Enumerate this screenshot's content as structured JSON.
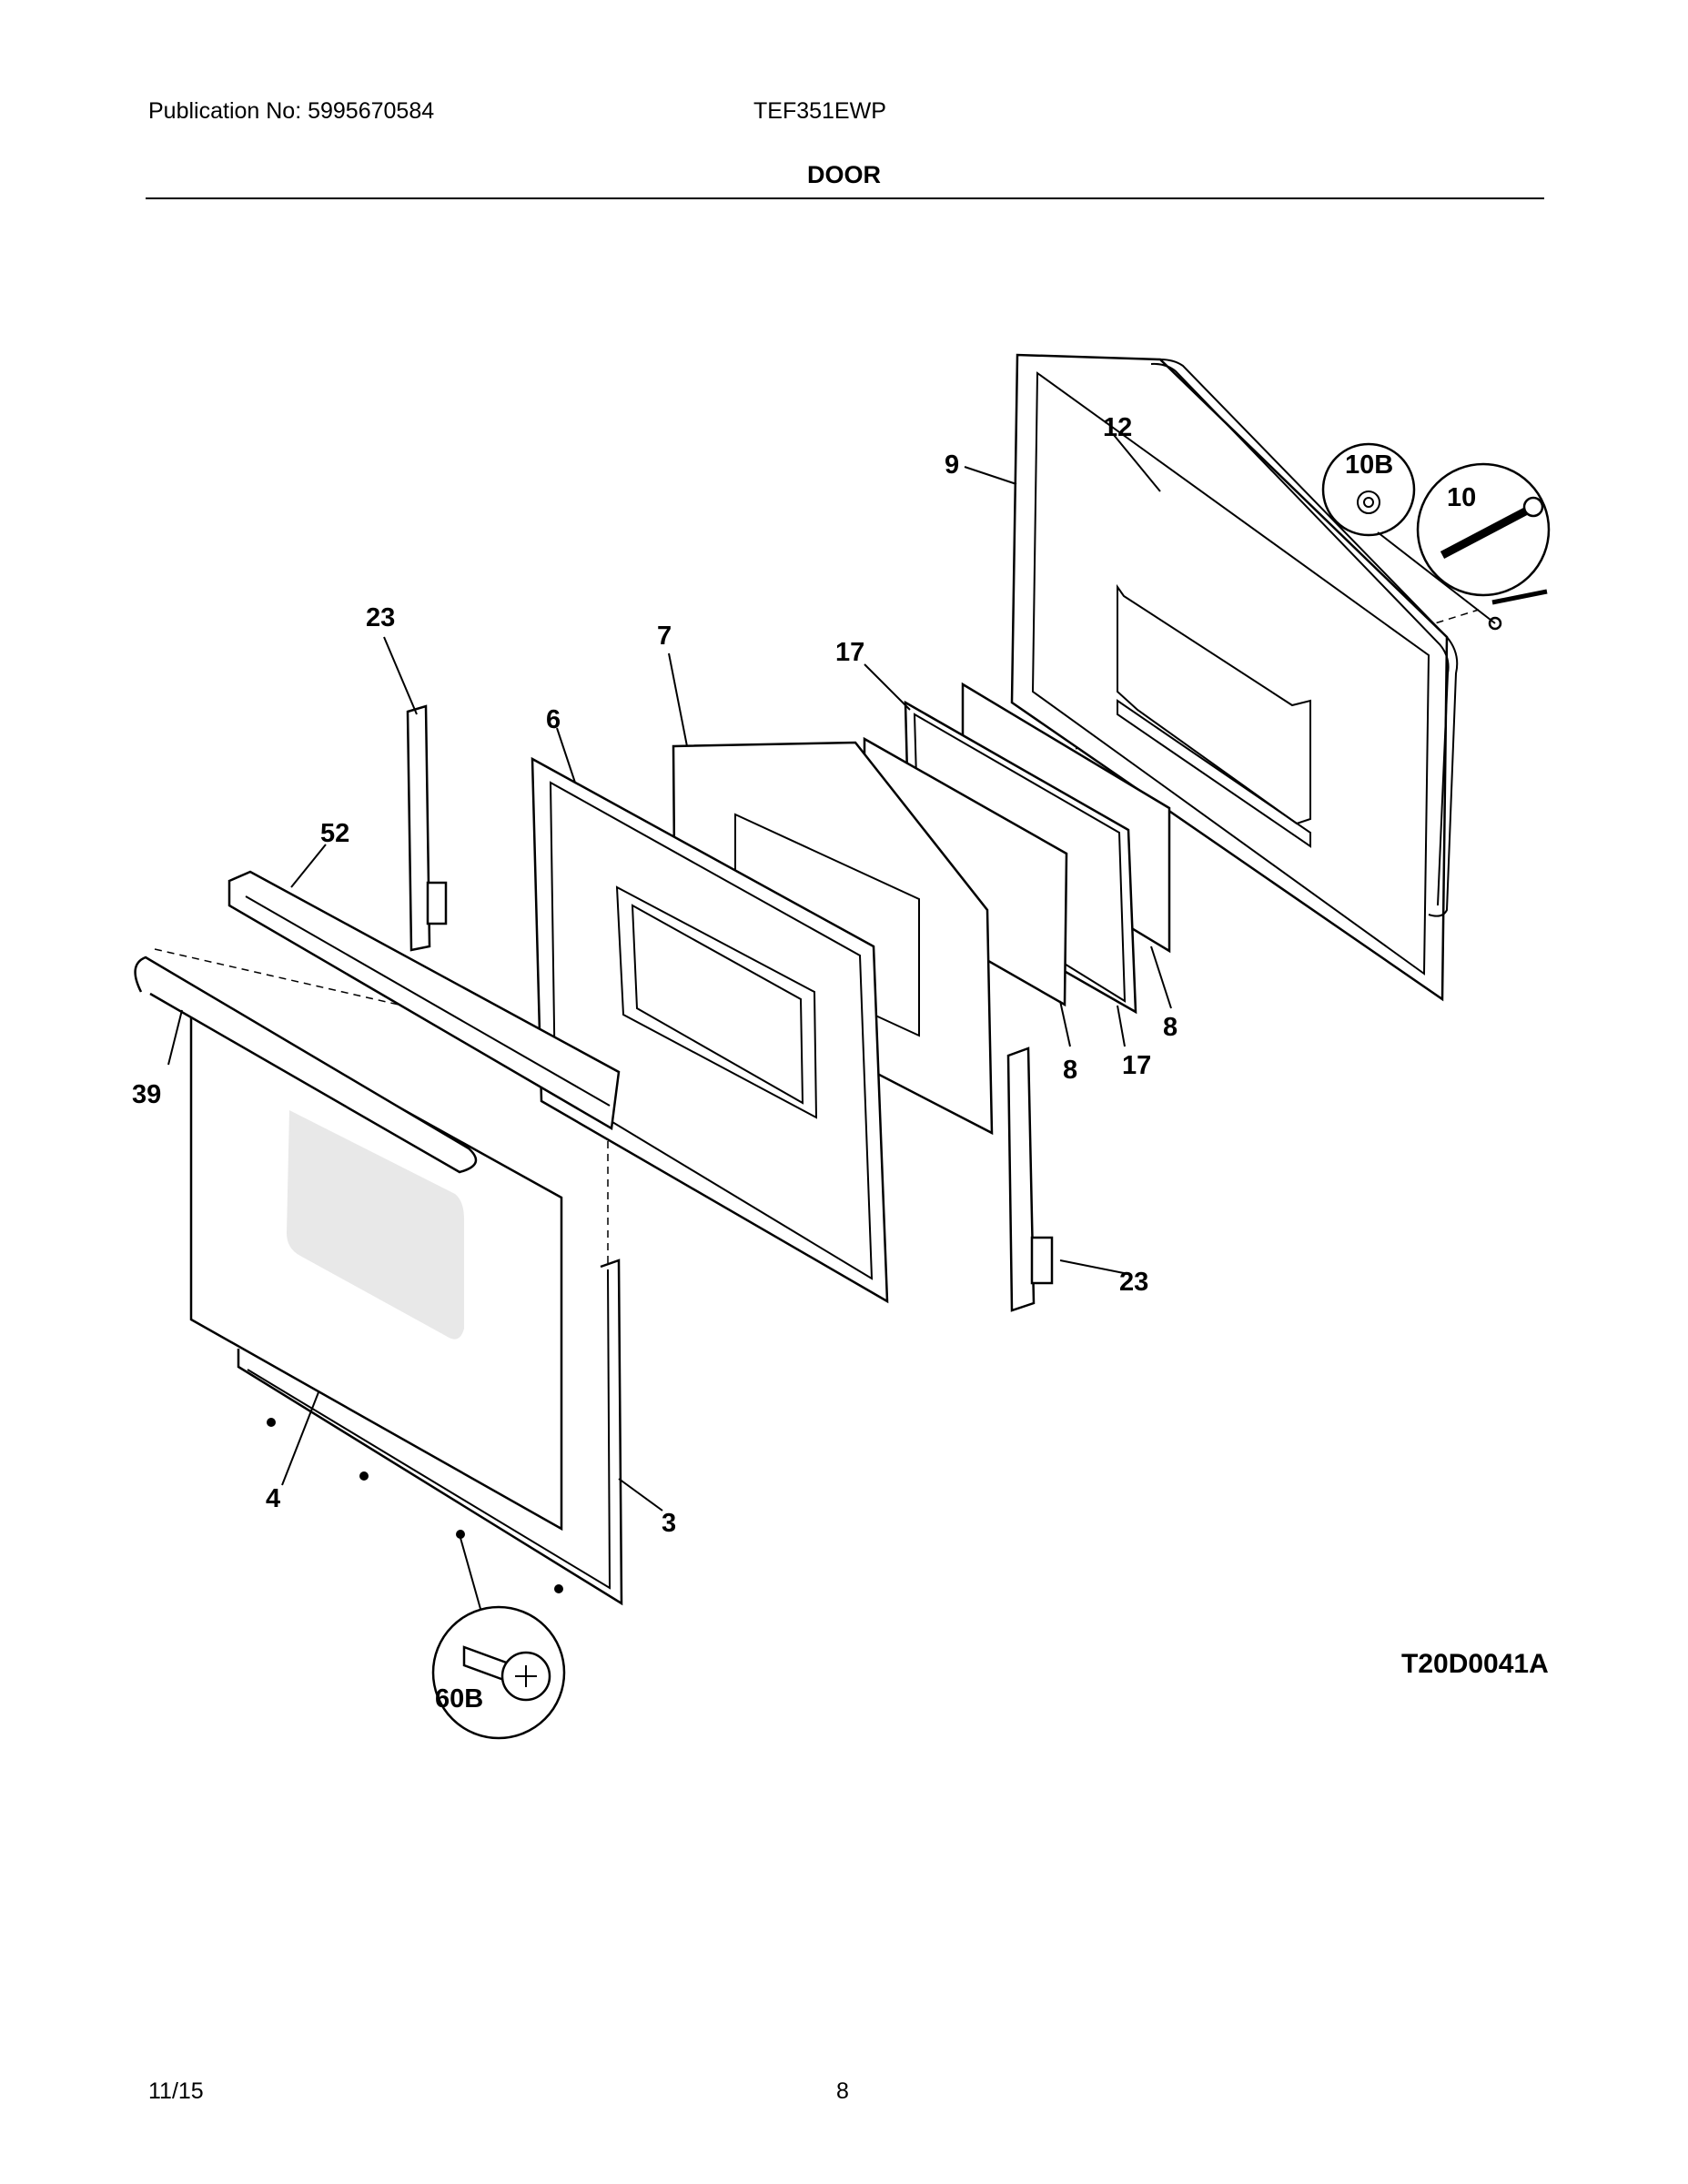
{
  "header": {
    "publication": "Publication No: 5995670584",
    "model": "TEF351EWP",
    "section_title": "DOOR"
  },
  "footer": {
    "date": "11/15",
    "page_number": "8"
  },
  "diagram": {
    "figure_code": "T20D0041A",
    "callouts": {
      "c12": "12",
      "c9": "9",
      "c10b": "10B",
      "c10": "10",
      "c23_top": "23",
      "c7": "7",
      "c17_top": "17",
      "c6": "6",
      "c52": "52",
      "c39": "39",
      "c8_right": "8",
      "c8_mid": "8",
      "c17_bottom": "17",
      "c23_bottom": "23",
      "c4": "4",
      "c3": "3",
      "c60b": "60B"
    }
  }
}
